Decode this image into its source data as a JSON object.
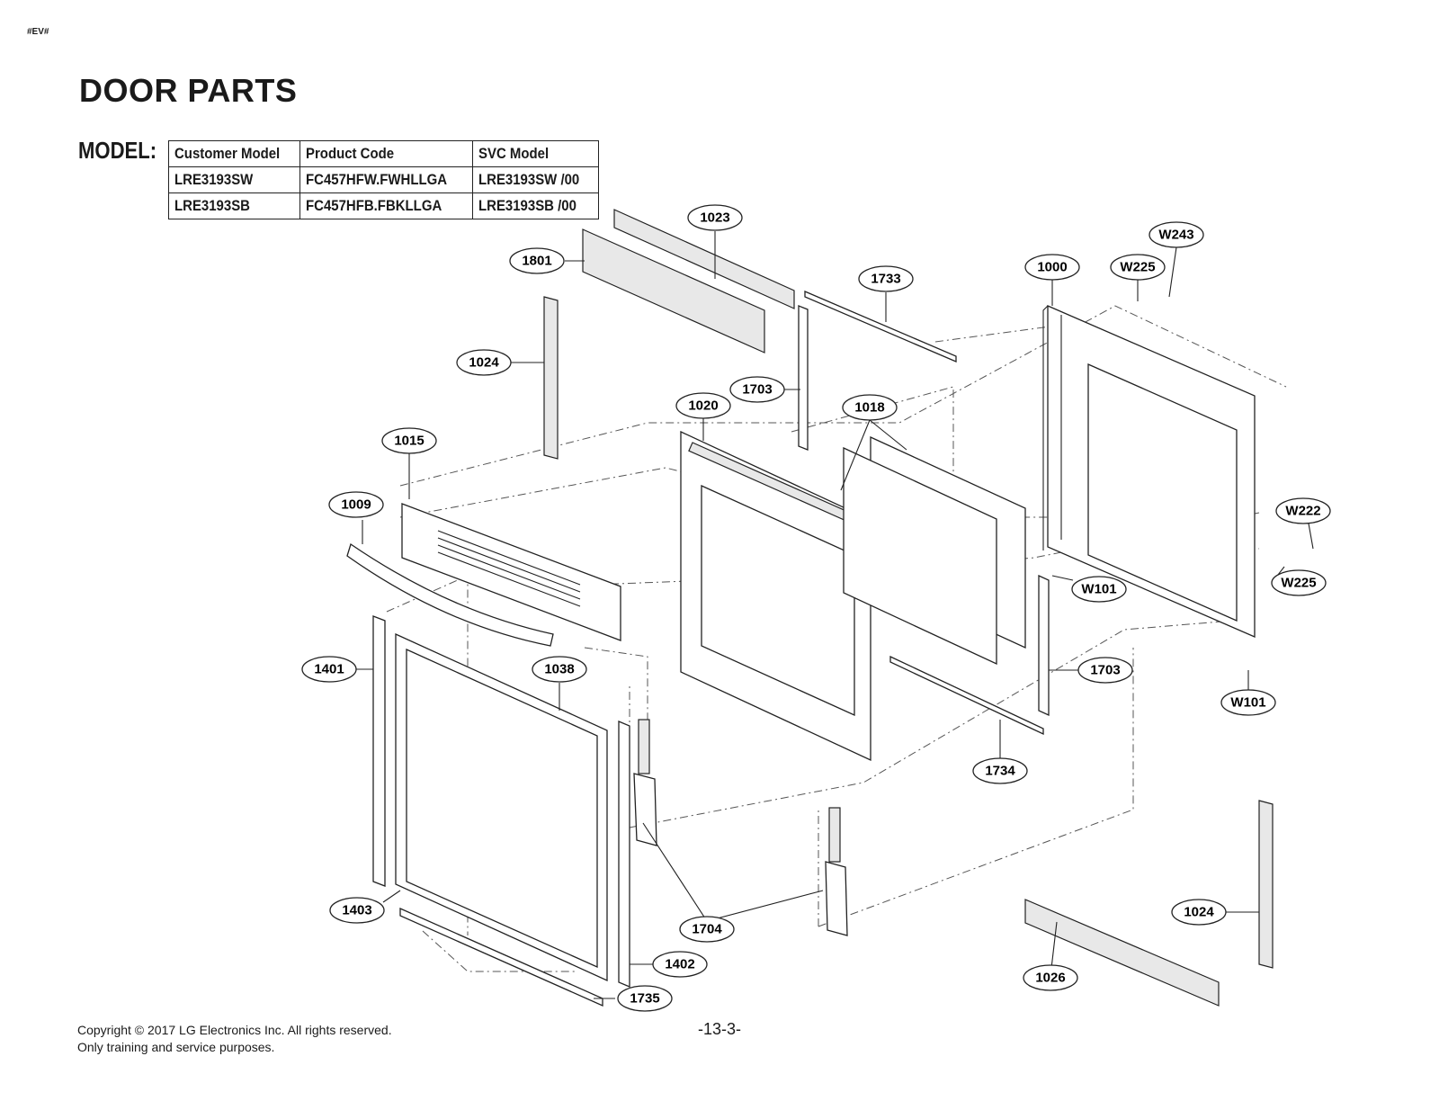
{
  "doc_tag": "#EV#",
  "title": "DOOR PARTS",
  "model_label": "MODEL:",
  "model_table": {
    "headers": [
      "Customer Model",
      "Product Code",
      "SVC Model"
    ],
    "rows": [
      [
        "LRE3193SW",
        "FC457HFW.FWHLLGA",
        "LRE3193SW /00"
      ],
      [
        "LRE3193SB",
        "FC457HFB.FBKLLGA",
        "LRE3193SB /00"
      ]
    ]
  },
  "part_labels": [
    "1023",
    "1801",
    "1733",
    "1000",
    "W225",
    "W243",
    "1024",
    "1703",
    "1020",
    "1018",
    "1015",
    "1009",
    "W222",
    "W101",
    "W225",
    "1401",
    "1038",
    "1703",
    "W101",
    "1734",
    "1024",
    "1403",
    "1704",
    "1402",
    "1026",
    "1735"
  ],
  "footer": {
    "copyright": "Copyright © 2017 LG Electronics Inc. All rights reserved.",
    "note": "Only training and service purposes."
  },
  "page_number": "-13-3-"
}
